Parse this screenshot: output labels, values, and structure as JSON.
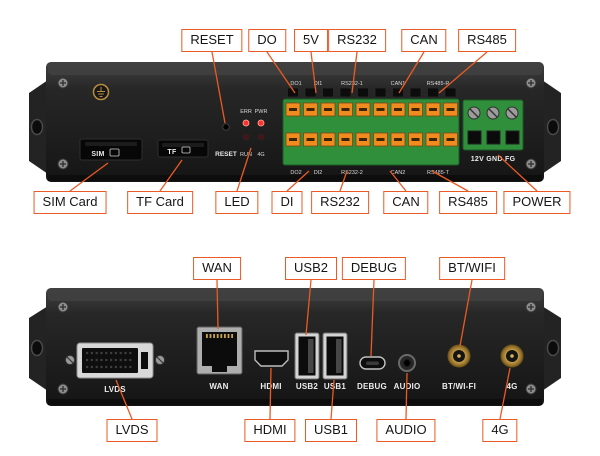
{
  "figure": {
    "description": "Annotated front and rear panel port diagram of a black industrial gateway device",
    "background": "#ffffff"
  },
  "colors": {
    "callout_border": "#ea5a24",
    "leader_line": "#ea5a24",
    "terminal_green": "#2f8f3b",
    "terminal_orange": "#ef8b1f",
    "led_red": "#ff3030"
  },
  "top_panel": {
    "callouts_top": [
      "RESET",
      "DO",
      "5V",
      "RS232",
      "CAN",
      "RS485"
    ],
    "callouts_bottom": [
      "SIM Card",
      "TF Card",
      "LED",
      "DI",
      "RS232",
      "CAN",
      "RS485",
      "POWER"
    ],
    "silkscreen": {
      "sim": "SIM",
      "tf": "TF",
      "reset": "RESET",
      "err": "ERR",
      "pwr": "PWR",
      "run": "RUN",
      "g4": "4G",
      "power_pins": "12V GND FG"
    },
    "terminal_legend_top": [
      "DO1",
      "DI1",
      "RS232-1",
      "CAN1",
      "RS485-R"
    ],
    "terminal_legend_bottom": [
      "DO2",
      "DI2",
      "RS232-2",
      "CAN2",
      "RS485-T"
    ]
  },
  "bottom_panel": {
    "callouts_top": [
      "WAN",
      "USB2",
      "DEBUG",
      "BT/WIFI"
    ],
    "callouts_bottom": [
      "LVDS",
      "HDMI",
      "USB1",
      "AUDIO",
      "4G"
    ],
    "silkscreen": {
      "lvds": "LVDS",
      "wan": "WAN",
      "hdmi": "HDMI",
      "usb2": "USB2",
      "usb1": "USB1",
      "debug": "DEBUG",
      "audio": "AUDIO",
      "bt_wifi": "BT/WI-FI",
      "g4": "4G"
    }
  }
}
